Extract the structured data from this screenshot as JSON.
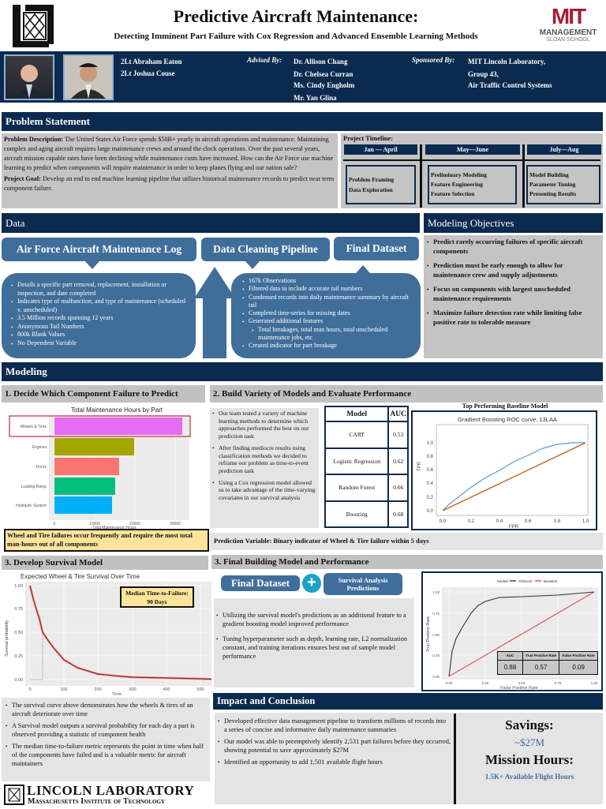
{
  "header": {
    "title": "Predictive Aircraft Maintenance:",
    "subtitle": "Detecting Imminent Part Failure with Cox Regression and Advanced Ensemble Learning Methods",
    "left_logo": "lincoln-lab-logo",
    "right_logo": {
      "top": "MIT",
      "mid": "MANAGEMENT",
      "bottom": "SLOAN SCHOOL"
    }
  },
  "authors": {
    "names": [
      "2Lt Abraham Eaton",
      "2Lt Joshua Couse"
    ],
    "advised_label": "Advised By:",
    "advisors": [
      "Dr. Allison Chang",
      "Dr. Chelsea Curran",
      "Ms. Cindy Engholm",
      "Mr. Yan Glina"
    ],
    "sponsored_label": "Sponsored By:",
    "sponsors": [
      "MIT Lincoln Laboratory,",
      "Group 43,",
      "Air Traffic Control Systems"
    ]
  },
  "problem": {
    "title": "Problem Statement",
    "desc_label": "Problem Description:",
    "desc": " The United States Air Force spends $50B+ yearly in aircraft operations and maintenance. Maintaining complex and aging aircraft requires large maintenance crews and around the clock operations. Over the past several years, aircraft mission capable rates have been declining while maintenance costs have increased. How can the Air Force use machine learning to predict when components will require maintenance in order to keep planes flying and our nation safe?",
    "goal_label": "Project Goal:",
    "goal": " Develop an end to end machine learning pipeline that utilizes historical maintenance records to predict near term component failure."
  },
  "timeline": {
    "label": "Project Timeline:",
    "phases": [
      {
        "period": "Jan — April",
        "tasks": [
          "Problem Framing",
          "Data Exploration"
        ]
      },
      {
        "period": "May—June",
        "tasks": [
          "Preliminary Modeling",
          "Feature Engineering",
          "Feature Selection"
        ]
      },
      {
        "period": "July—Aug",
        "tasks": [
          "Model Building",
          "Parameter Tuning",
          "Presenting Results"
        ]
      }
    ]
  },
  "data": {
    "title": "Data",
    "log_title": "Air Force Aircraft Maintenance Log",
    "pipeline_title": "Data Cleaning Pipeline",
    "final_title": "Final Dataset",
    "log_items": [
      "Details a specific part removal, replacement, installation or inspection, and date completed",
      "Indicates type of malfunction, and type of maintenance (scheduled v. unscheduled)",
      "3.5 Million records spanning 12 years",
      "Anonymous Tail Numbers",
      "800k Blank Values",
      "No Dependent Variable"
    ],
    "final_items": [
      "167k Observations",
      "Filtered data to include accurate tail numbers",
      "Condensed records into daily maintenance summary by aircraft tail",
      "Completed time-series for missing dates",
      "Generated additional features"
    ],
    "final_subitem": "Total breakages, total man hours, total unscheduled maintenance jobs, etc",
    "final_last": "Created indicator for part breakage"
  },
  "objectives": {
    "title": "Modeling Objectives",
    "items": [
      "Predict rarely occurring failures of specific aircraft components",
      "Prediction must be early enough to allow for maintenance crew and supply adjustments",
      "Focus on components with largest unscheduled maintenance requirements",
      "Maximize failure detection rate while limiting false positive rate to tolerable measure"
    ]
  },
  "modeling": {
    "title": "Modeling",
    "step1": "1. Decide Which Component Failure to Predict",
    "step1_note": "Wheel and Tire failures occur frequently and require the most total man-hours out of all components",
    "step2": "2. Build Variety of Models and Evaluate Performance",
    "step2_items": [
      "Our team tested a variety of machine learning methods to determine which approaches performed the best on our prediction task",
      "After finding mediocre results using classification methods we decided to reframe our problem as time-to-event prediction task",
      "Using a Cox regression model allowed us to take advantage of the time-varying covariates in our survival analysis"
    ],
    "table_headers": [
      "Model",
      "AUC"
    ],
    "table_rows": [
      [
        "CART",
        "0.53"
      ],
      [
        "Logistic Regression",
        "0.62"
      ],
      [
        "Random Forest",
        "0.66"
      ],
      [
        "Boosting",
        "0.68"
      ]
    ],
    "roc_caption": "Top Performing Baseline Model",
    "prediction_var": "Prediction Variable: Binary indicator of Wheel & Tire failure within 5 days",
    "step3": "3. Develop Survival Model",
    "median_label": "Median Time-to-Failure:",
    "median_value": "90 Days",
    "step3_items": [
      "The survival curve above demonstrates how the wheels & tires of an aircraft deteriorate over time",
      "A Survival model outputs a survival probability for each day a part is observed providing a statistic of component health",
      "The median time-to-failure metric represents the point in time when half of the components have failed and is a valuable metric for aircraft maintainers"
    ],
    "step4": "3. Final Building Model and Performance",
    "final_dataset": "Final Dataset",
    "plus": "+",
    "survival_pred": "Survival Analysis Predictions",
    "step4_items": [
      "Utilizing the survival model's predictions as an additional feature to a gradient boosting model improved performance",
      "Tuning hyperparameter such as depth, learning rate, L2 normalization constant, and training iterations ensures best out of sample model performance"
    ],
    "metrics_headers": [
      "AUC",
      "True Positive Rate",
      "False Positive Rate"
    ],
    "metrics_values": [
      "0.88",
      "0.57",
      "0.09"
    ]
  },
  "impact": {
    "title": "Impact and Conclusion",
    "items": [
      "Developed effective data management pipeline to transform millions of records into a series of concise and informative daily maintenance summaries",
      "Our model was able to preemptively identify 2,531 part failures before they occurred, showing potential to save approximately $27M",
      "Identified an opportunity to add 1,501 available flight hours"
    ],
    "savings_label": "Savings:",
    "savings_value": "~$27M",
    "hours_label": "Mission Hours:",
    "hours_value": "1.5K+ Available Flight Hours"
  },
  "footer": {
    "lab": "LINCOLN LABORATORY",
    "inst": "Massachusetts Institute of Technology"
  },
  "colors": {
    "navy": "#0b2a4f",
    "bubble": "#3f6e9b",
    "teal": "#1ba3c6",
    "note": "#fde49a"
  },
  "chart_data": [
    {
      "type": "bar",
      "title": "Total Maintenance Hours by Part",
      "categories": [
        "Wheels & Tires",
        "Engines",
        "Doors",
        "Loading Ramp",
        "Hydraulic System"
      ],
      "values": [
        30500,
        19000,
        15500,
        14500,
        13700
      ],
      "xlabel": "Total Maintenance Hours",
      "ylabel": "",
      "xlim": [
        0,
        32000
      ],
      "xticks": [
        0,
        10000,
        20000,
        30000
      ],
      "colors": [
        "#e76bf3",
        "#a3a500",
        "#f8766d",
        "#00bf7d",
        "#00b0f6"
      ]
    },
    {
      "type": "line",
      "title": "Gradient Boosting ROC curve, 13LAA",
      "xlabel": "FPR",
      "ylabel": "TPR",
      "xlim": [
        0,
        1
      ],
      "ylim": [
        0,
        1
      ],
      "series": [
        {
          "name": "model",
          "x": [
            0,
            0.05,
            0.1,
            0.2,
            0.3,
            0.4,
            0.5,
            0.6,
            0.7,
            0.8,
            0.9,
            1.0
          ],
          "y": [
            0,
            0.12,
            0.22,
            0.38,
            0.52,
            0.63,
            0.74,
            0.83,
            0.91,
            0.96,
            0.99,
            1.0
          ]
        },
        {
          "name": "baseline",
          "x": [
            0,
            1
          ],
          "y": [
            0,
            1
          ]
        }
      ]
    },
    {
      "type": "line",
      "title": "Expected Wheel & Tire Survival Over Time",
      "xlabel": "Time",
      "ylabel": "Survival probability",
      "xlim": [
        0,
        530
      ],
      "ylim": [
        0,
        1
      ],
      "xticks": [
        0,
        100,
        200,
        300,
        400,
        500
      ],
      "yticks": [
        0,
        0.25,
        0.5,
        0.75,
        1.0
      ],
      "series": [
        {
          "name": "survival",
          "x": [
            0,
            20,
            38,
            60,
            100,
            135,
            200,
            300,
            400,
            500
          ],
          "y": [
            1.0,
            0.7,
            0.5,
            0.35,
            0.2,
            0.12,
            0.06,
            0.035,
            0.015,
            0.005
          ]
        }
      ]
    },
    {
      "type": "line",
      "title": "",
      "legend": [
        "XGboost",
        "Baseline"
      ],
      "xlabel": "False Positive Rate",
      "ylabel": "True Positive Rate",
      "xlim": [
        0,
        1
      ],
      "ylim": [
        0,
        1
      ],
      "series": [
        {
          "name": "XGboost",
          "x": [
            0,
            0.02,
            0.05,
            0.1,
            0.15,
            0.2,
            0.25,
            0.35,
            0.5,
            0.75,
            1.0
          ],
          "y": [
            0,
            0.3,
            0.45,
            0.6,
            0.75,
            0.84,
            0.89,
            0.94,
            0.95,
            0.97,
            1.0
          ]
        },
        {
          "name": "Baseline",
          "x": [
            0,
            1
          ],
          "y": [
            0,
            1
          ]
        }
      ]
    }
  ]
}
